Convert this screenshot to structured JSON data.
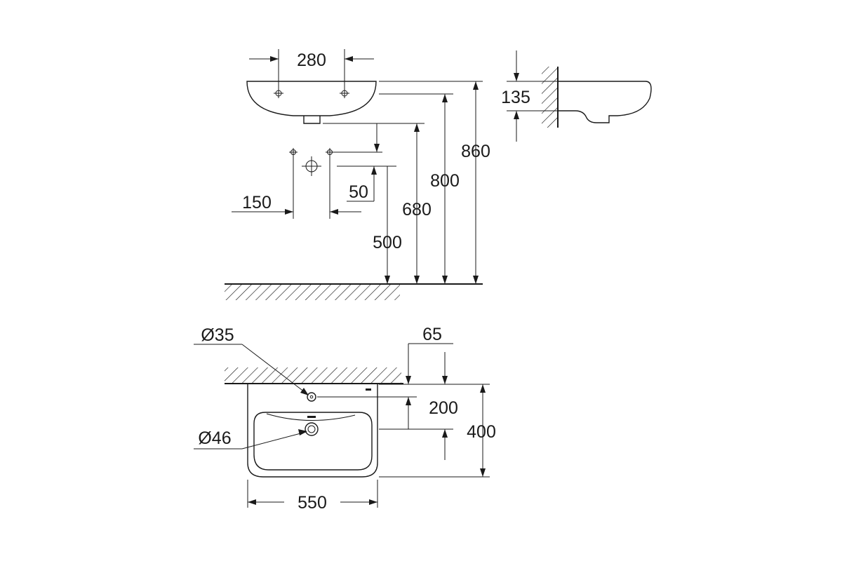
{
  "drawing": {
    "front_view": {
      "tap_hole_spacing": "280",
      "supply_spacing": "150",
      "drain_offset": "50",
      "drain_height": "500",
      "basin_bottom_height": "680",
      "rim_height": "800",
      "overall_height": "860"
    },
    "side_view": {
      "depth": "135"
    },
    "top_view": {
      "tap_hole_diameter": "Ø35",
      "drain_diameter": "Ø46",
      "rear_offset": "65",
      "tap_to_drain": "200",
      "projection": "400",
      "width": "550"
    }
  }
}
